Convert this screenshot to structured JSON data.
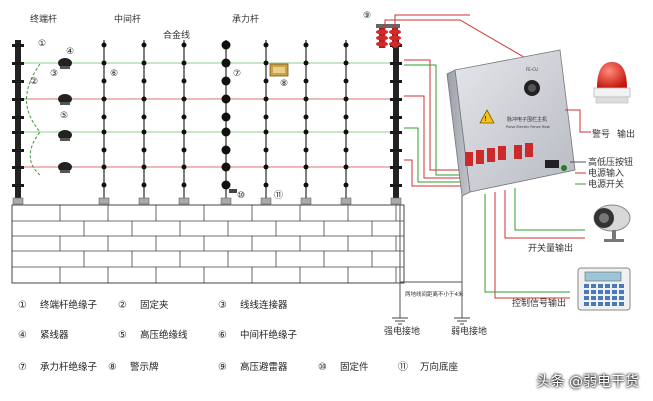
{
  "labels": {
    "terminal_post": "终端杆",
    "middle_post": "中间杆",
    "alloy_wire": "合金线",
    "tension_post": "承力杆",
    "alarm_light": "警号",
    "output": "输出",
    "hv_lv_button": "高低压按钮",
    "power_input": "电源输入",
    "power_switch": "电源开关",
    "switch_output": "开关量输出",
    "control_output": "控制信号输出",
    "strong_ground": "强电接地",
    "weak_ground": "弱电接地",
    "ground_note": "两地线间距离不小于4米",
    "host_title": "脉冲电子围栏主机",
    "host_subtitle": "Pulse Electric Fence Host",
    "host_model": "FE-CU"
  },
  "markers": [
    "①",
    "②",
    "③",
    "④",
    "⑤",
    "⑥",
    "⑦",
    "⑧",
    "⑨",
    "⑩",
    "⑪"
  ],
  "legend": [
    {
      "num": "①",
      "text": "终端杆绝缘子"
    },
    {
      "num": "②",
      "text": "固定夹"
    },
    {
      "num": "③",
      "text": "线线连接器"
    },
    {
      "num": "④",
      "text": "紧线器"
    },
    {
      "num": "⑤",
      "text": "高压绝缘线"
    },
    {
      "num": "⑥",
      "text": "中间杆绝缘子"
    },
    {
      "num": "⑦",
      "text": "承力杆绝缘子"
    },
    {
      "num": "⑧",
      "text": "警示牌"
    },
    {
      "num": "⑨",
      "text": "高压避雷器"
    },
    {
      "num": "⑩",
      "text": "固定件"
    },
    {
      "num": "⑪",
      "text": "万向底座"
    }
  ],
  "watermark": "头条 @弱电干货",
  "colors": {
    "wire_green": "#8fcf8f",
    "wire_red": "#e07070",
    "lead": "#cc2222",
    "host": "#c8cbd2"
  }
}
